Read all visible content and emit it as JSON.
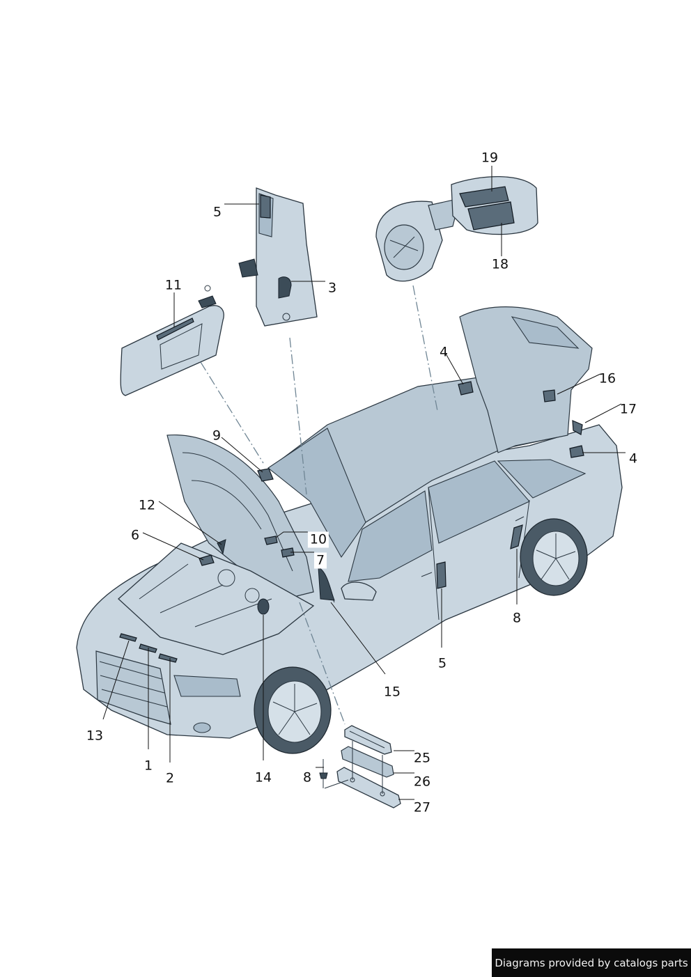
{
  "diagram": {
    "callouts": [
      {
        "id": "c19",
        "text": "19"
      },
      {
        "id": "c18",
        "text": "18"
      },
      {
        "id": "c5a",
        "text": "5"
      },
      {
        "id": "c3",
        "text": "3"
      },
      {
        "id": "c11",
        "text": "11"
      },
      {
        "id": "c4a",
        "text": "4"
      },
      {
        "id": "c16",
        "text": "16"
      },
      {
        "id": "c17",
        "text": "17"
      },
      {
        "id": "c4b",
        "text": "4"
      },
      {
        "id": "c9",
        "text": "9"
      },
      {
        "id": "c12",
        "text": "12"
      },
      {
        "id": "c6",
        "text": "6"
      },
      {
        "id": "c10",
        "text": "10"
      },
      {
        "id": "c7",
        "text": "7"
      },
      {
        "id": "c8a",
        "text": "8"
      },
      {
        "id": "c5b",
        "text": "5"
      },
      {
        "id": "c15",
        "text": "15"
      },
      {
        "id": "c13",
        "text": "13"
      },
      {
        "id": "c1",
        "text": "1"
      },
      {
        "id": "c2",
        "text": "2"
      },
      {
        "id": "c14",
        "text": "14"
      },
      {
        "id": "c25",
        "text": "25"
      },
      {
        "id": "c8b",
        "text": "8"
      },
      {
        "id": "c26",
        "text": "26"
      },
      {
        "id": "c27",
        "text": "27"
      }
    ]
  },
  "footer": {
    "credit": "Diagrams provided by catalogs parts"
  }
}
